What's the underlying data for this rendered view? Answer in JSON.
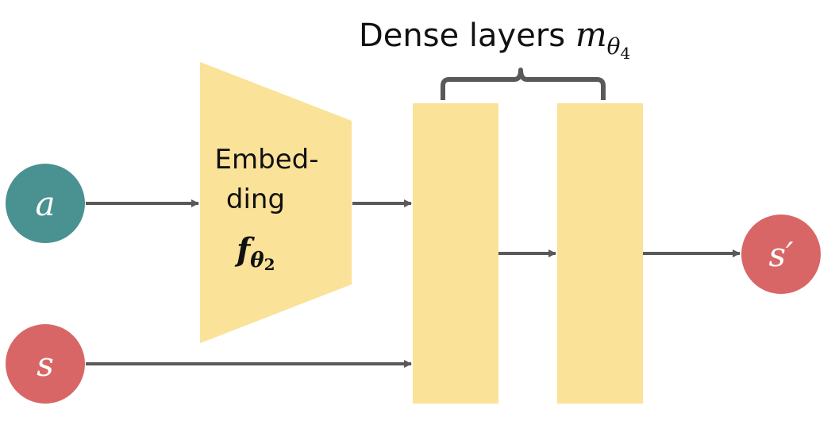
{
  "title": {
    "text": "Dense layers ",
    "symbol": "m",
    "subscript_var": "θ",
    "subscript_num": "4"
  },
  "embedding": {
    "line1": "Embed-",
    "line2": "ding",
    "symbol": "f",
    "subscript_var": "θ",
    "subscript_num": "2"
  },
  "nodes": {
    "action": "a",
    "state": "s",
    "next_state": "s′"
  },
  "colors": {
    "block": "#fbe299",
    "action_node": "#4a9191",
    "state_node": "#d96666",
    "arrow": "#595959",
    "brace": "#595959"
  }
}
